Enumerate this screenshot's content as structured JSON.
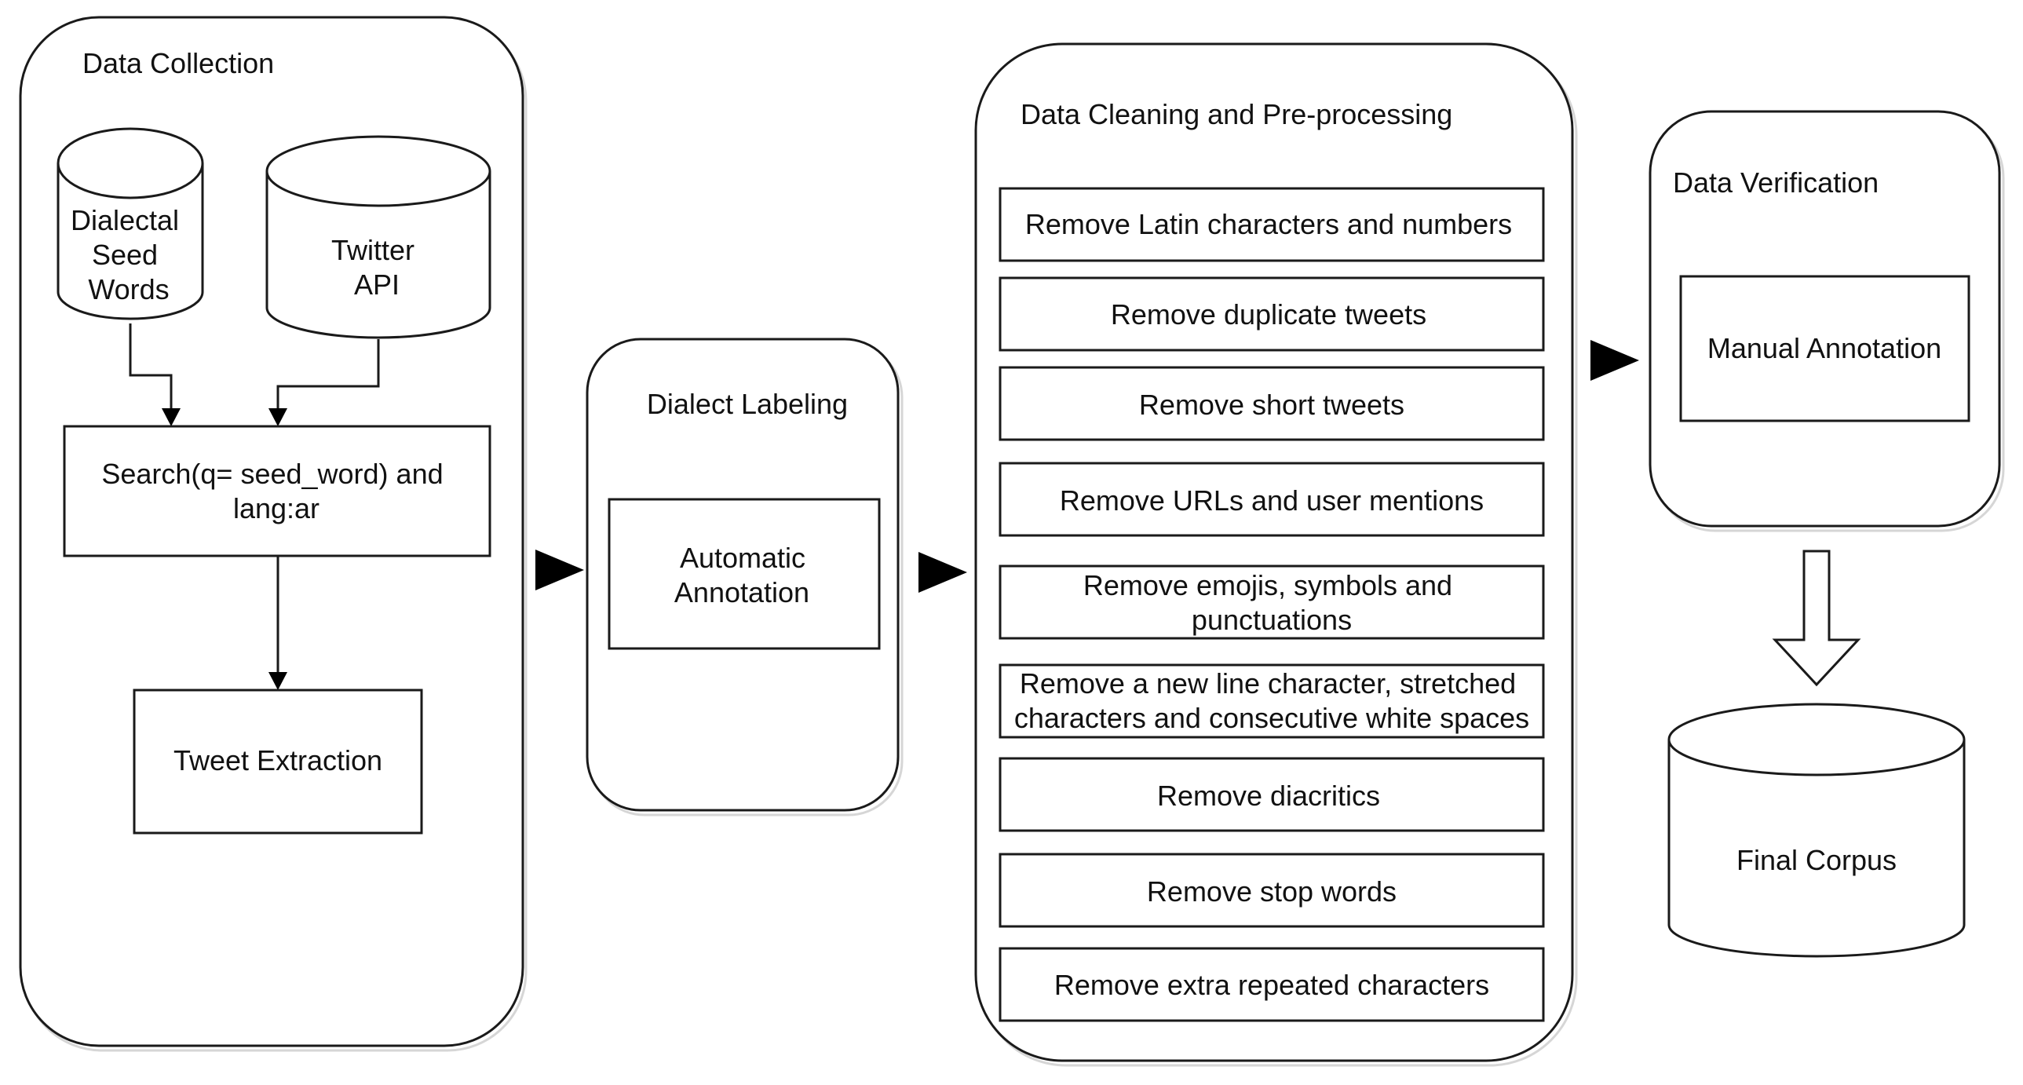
{
  "diagram": {
    "collection": {
      "title": "Data Collection",
      "seed_words": [
        "Dialectal",
        "Seed",
        "Words"
      ],
      "twitter_api": [
        "Twitter",
        "API"
      ],
      "search": [
        "Search(q= seed_word) and",
        "lang:ar"
      ],
      "tweet_extraction": "Tweet Extraction"
    },
    "labeling": {
      "title": "Dialect Labeling",
      "automatic_annotation": [
        "Automatic",
        "Annotation"
      ]
    },
    "cleaning": {
      "title": "Data Cleaning and Pre-processing",
      "steps": [
        [
          "Remove Latin characters and numbers"
        ],
        [
          "Remove duplicate tweets"
        ],
        [
          "Remove short tweets"
        ],
        [
          "Remove URLs and user mentions"
        ],
        [
          "Remove emojis, symbols and",
          "punctuations"
        ],
        [
          "Remove a new line character, stretched",
          "characters and consecutive white spaces"
        ],
        [
          "Remove diacritics"
        ],
        [
          "Remove stop words"
        ],
        [
          "Remove extra repeated characters"
        ]
      ]
    },
    "verification": {
      "title": "Data Verification",
      "manual_annotation": "Manual Annotation"
    },
    "final_corpus": "Final Corpus"
  }
}
